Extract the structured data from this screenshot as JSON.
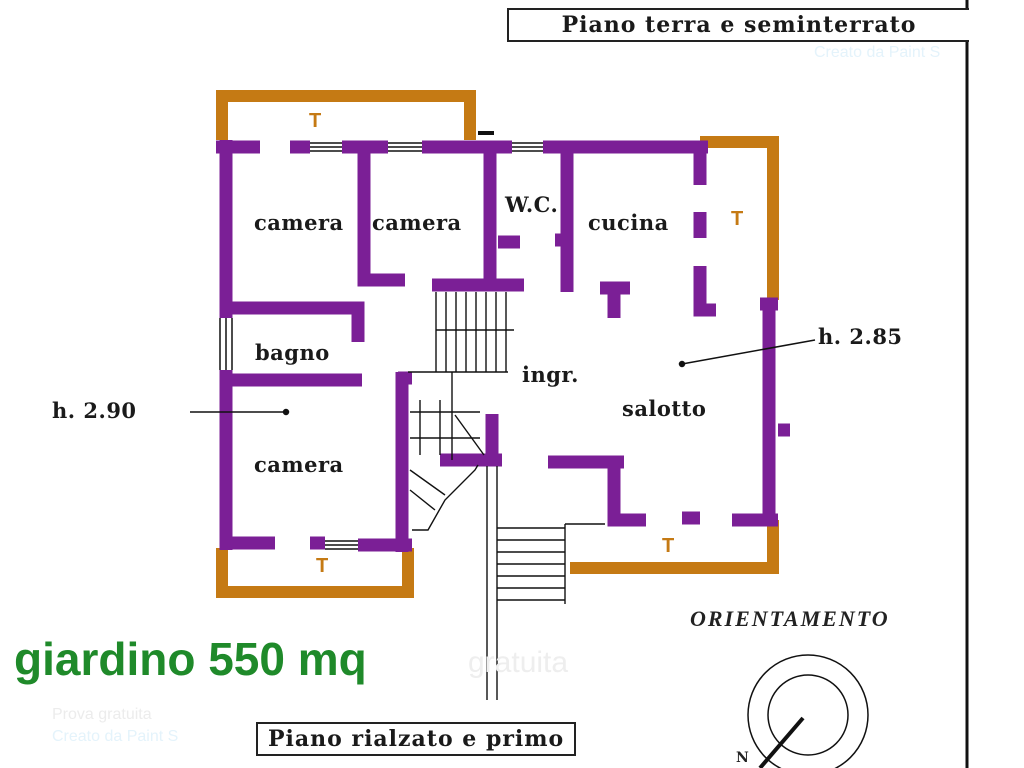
{
  "floors": {
    "top_label": "Piano terra e seminterrato",
    "bottom_label": "Piano rialzato e primo"
  },
  "rooms": [
    {
      "id": "camera-1",
      "label": "camera"
    },
    {
      "id": "camera-2",
      "label": "camera"
    },
    {
      "id": "wc",
      "label": "W.C."
    },
    {
      "id": "cucina",
      "label": "cucina"
    },
    {
      "id": "bagno",
      "label": "bagno"
    },
    {
      "id": "ingresso",
      "label": "ingr."
    },
    {
      "id": "salotto",
      "label": "salotto"
    },
    {
      "id": "camera-3",
      "label": "camera"
    }
  ],
  "heights": {
    "left": "h. 2.90",
    "right": "h. 2.85"
  },
  "terrace_marks": [
    "T",
    "T",
    "T",
    "T"
  ],
  "garden": "giardino 550 mq",
  "orientation": {
    "title": "ORIENTAMENTO",
    "north": "N"
  },
  "watermarks": {
    "trial": "Prova gratuita",
    "creator": "Creato da Paint S",
    "big": "gratuita"
  },
  "colors": {
    "interior_wall": "#7b1f96",
    "exterior_wall": "#c57a14",
    "garden_text": "#1f8a2a",
    "ink": "#1a1a1a"
  }
}
